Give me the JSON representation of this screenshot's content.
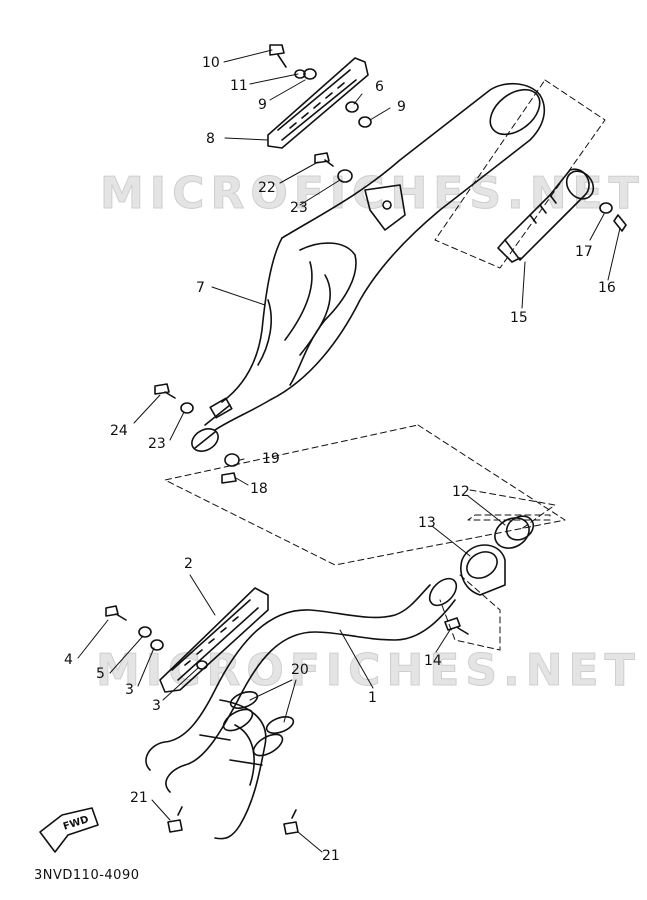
{
  "diagram": {
    "reference_code": "3NVD110-4090",
    "watermark_text": "MICROFICHES.NET",
    "direction_label": "FWD",
    "callouts": {
      "c1": "1",
      "c2": "2",
      "c3a": "3",
      "c3b": "3",
      "c4": "4",
      "c5": "5",
      "c6": "6",
      "c7": "7",
      "c8": "8",
      "c9a": "9",
      "c9b": "9",
      "c10": "10",
      "c11": "11",
      "c12": "12",
      "c13": "13",
      "c14": "14",
      "c15": "15",
      "c16": "16",
      "c17": "17",
      "c18": "18",
      "c19": "19",
      "c20": "20",
      "c21a": "21",
      "c21b": "21",
      "c22": "22",
      "c23a": "23",
      "c23b": "23",
      "c24": "24"
    }
  },
  "colors": {
    "ink": "#111111",
    "watermark": "#e4e4e4",
    "background": "#ffffff"
  }
}
